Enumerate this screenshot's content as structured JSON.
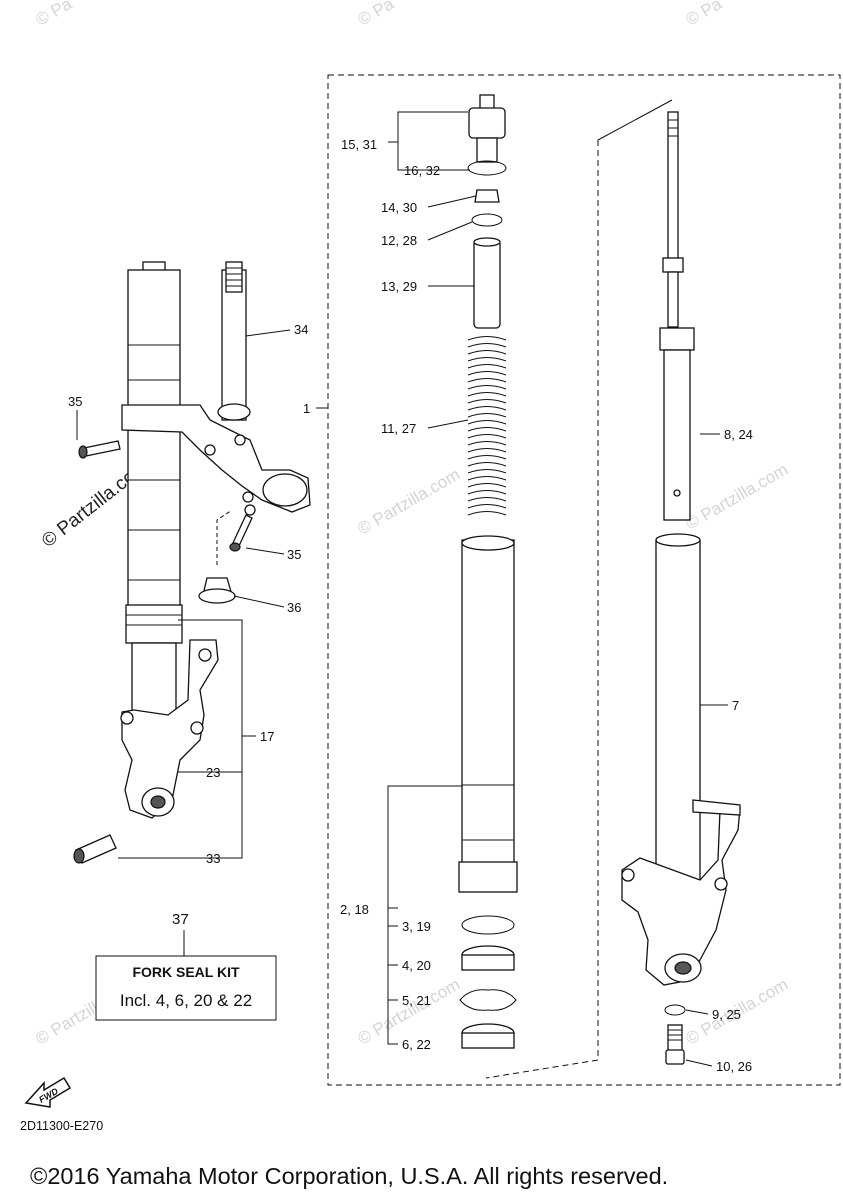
{
  "watermarks": {
    "diagonal": "© Partzilla.com",
    "corner_top_left": "© Pa",
    "corner_top_mid": "© Pa",
    "corner_top_right": "© Pa",
    "side": "© Partzilla.com"
  },
  "callouts": {
    "c15_31": "15, 31",
    "c16_32": "16, 32",
    "c14_30": "14, 30",
    "c12_28": "12, 28",
    "c13_29": "13, 29",
    "c11_27": "11, 27",
    "c1": "1",
    "c34": "34",
    "c35a": "35",
    "c35b": "35",
    "c36": "36",
    "c17": "17",
    "c23": "23",
    "c33": "33",
    "c8_24": "8, 24",
    "c7": "7",
    "c2_18": "2, 18",
    "c3_19": "3, 19",
    "c4_20": "4, 20",
    "c5_21": "5, 21",
    "c6_22": "6, 22",
    "c9_25": "9, 25",
    "c10_26": "10, 26",
    "c37": "37"
  },
  "kit": {
    "title": "FORK SEAL KIT",
    "text": "Incl. 4, 6, 20 & 22"
  },
  "fwd_label": "FWD",
  "diagram_code": "2D11300-E270",
  "copyright": "©2016 Yamaha Motor Corporation, U.S.A. All rights reserved."
}
